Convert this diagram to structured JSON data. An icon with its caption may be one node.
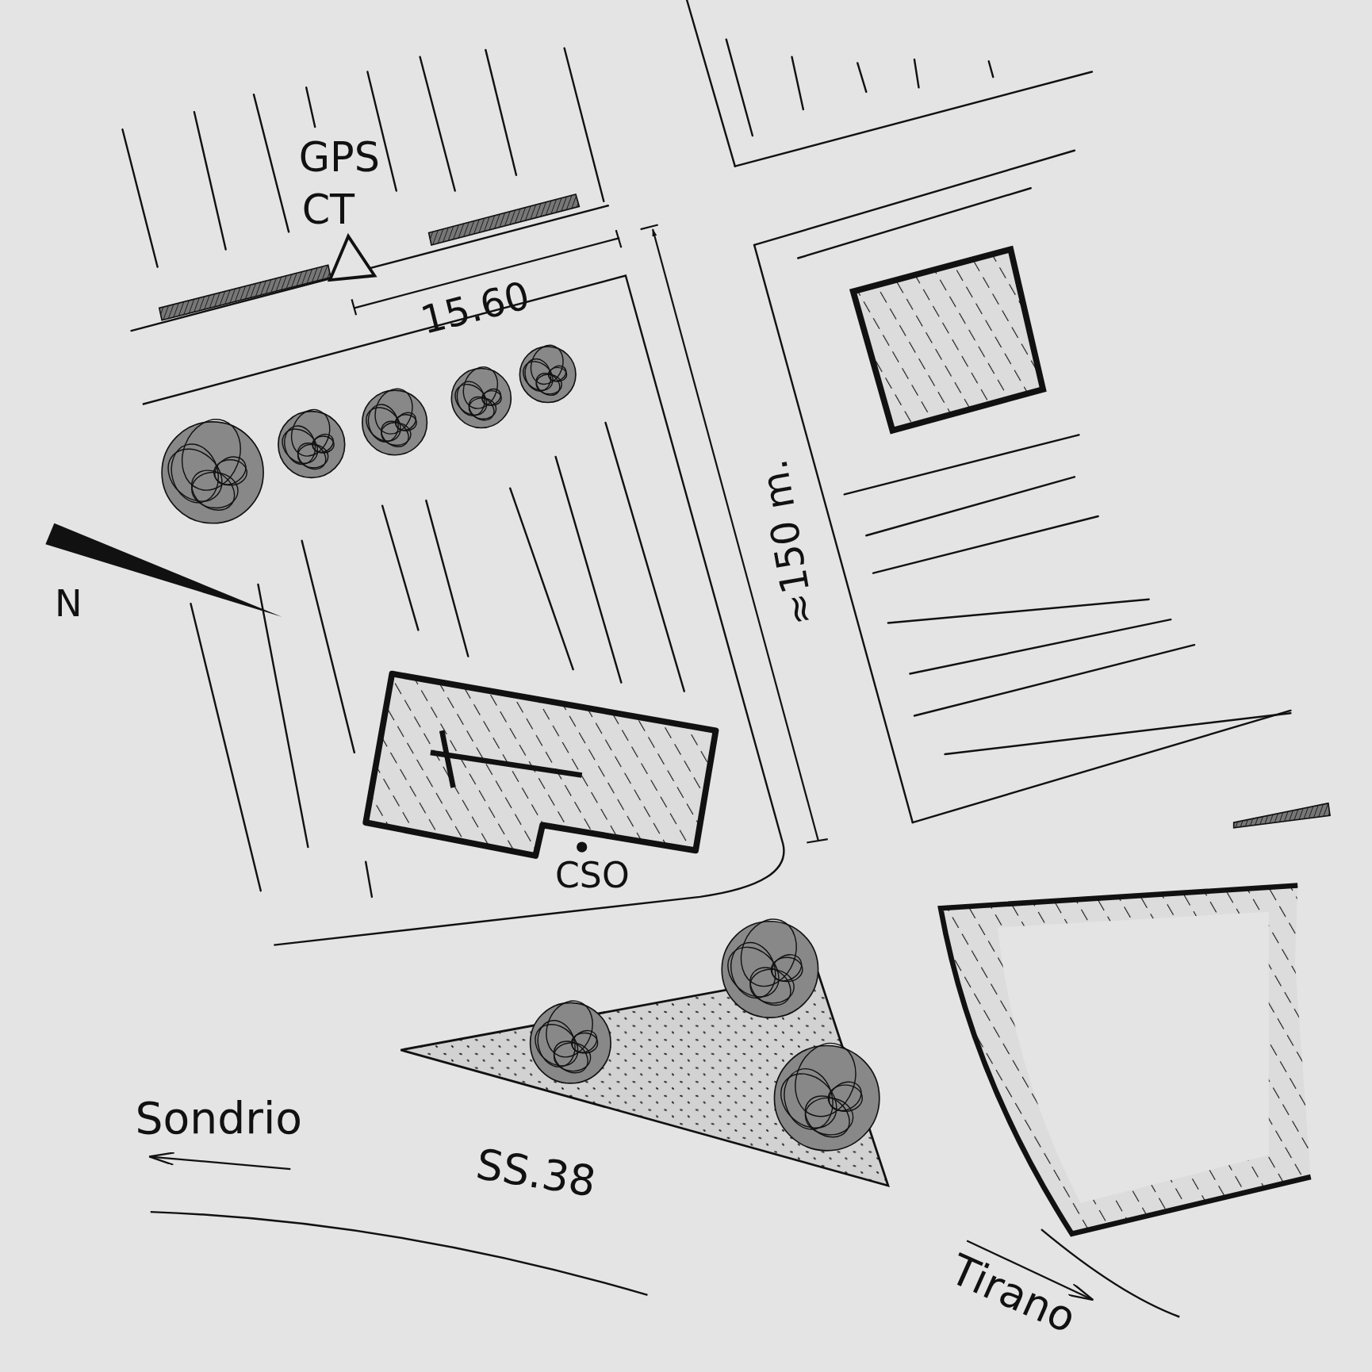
{
  "diagram": {
    "labels": [
      "GPS",
      "CT",
      "15.60",
      "N",
      "≈150 m.",
      "CSO",
      "Sondrio",
      "SS.38",
      "Tirano"
    ]
  }
}
